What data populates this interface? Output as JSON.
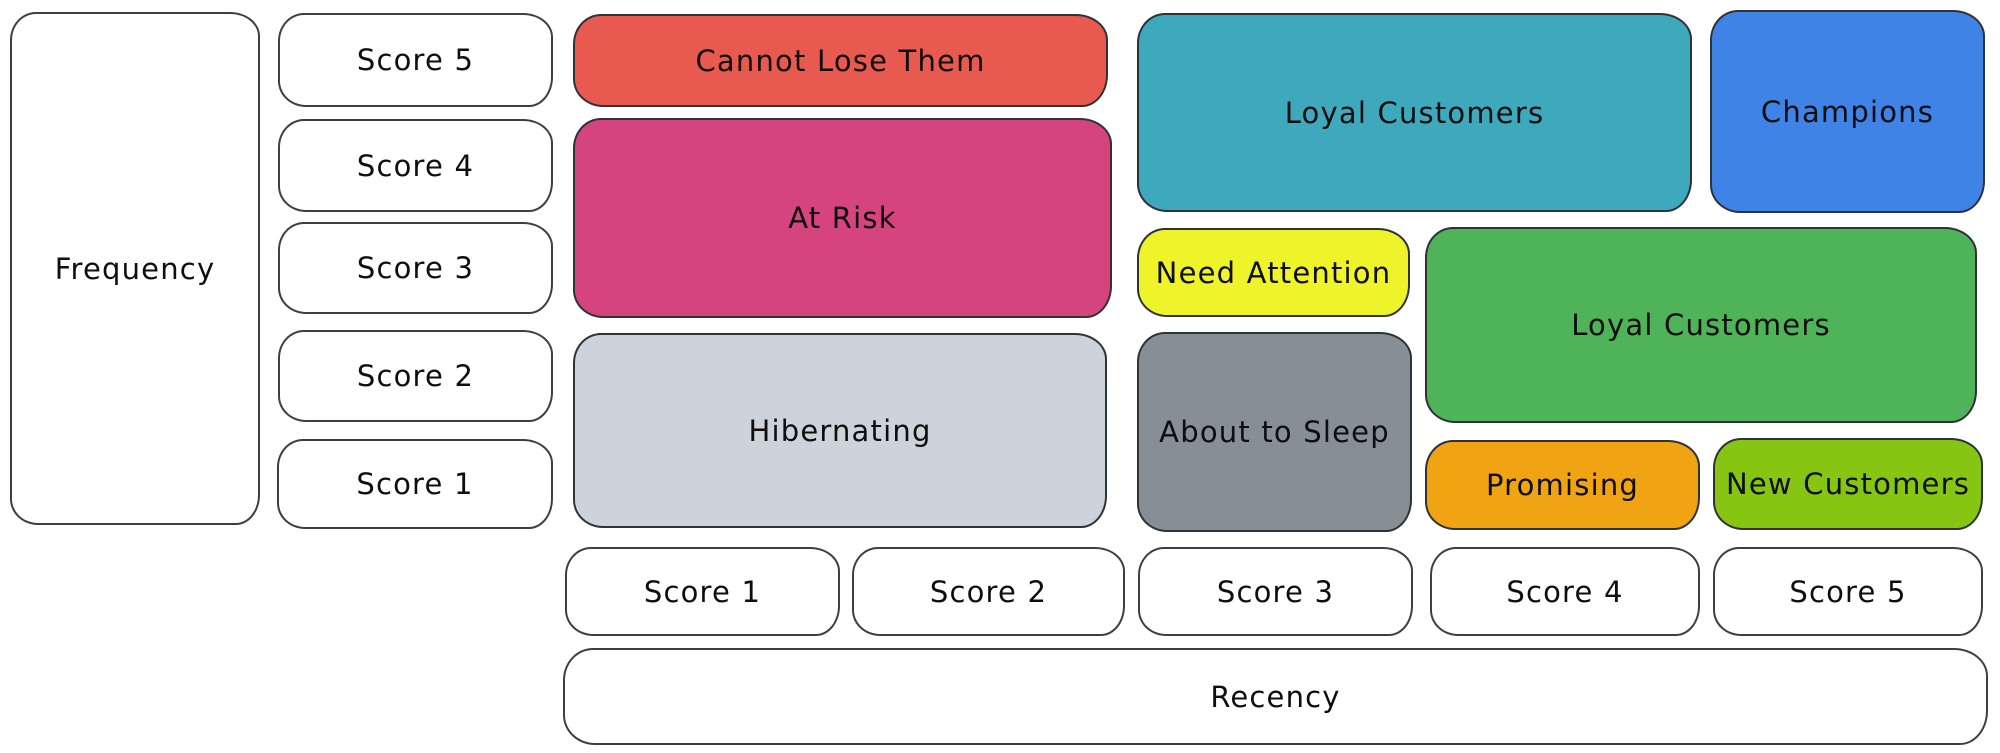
{
  "frequency_axis": {
    "label": "Frequency",
    "scores": [
      "Score 5",
      "Score 4",
      "Score 3",
      "Score 2",
      "Score 1"
    ]
  },
  "recency_axis": {
    "label": "Recency",
    "scores": [
      "Score 1",
      "Score 2",
      "Score 3",
      "Score 4",
      "Score 5"
    ]
  },
  "segments": [
    {
      "label": "Cannot Lose Them",
      "color": "#e85a50"
    },
    {
      "label": "At Risk",
      "color": "#d64480"
    },
    {
      "label": "Hibernating",
      "color": "#cdd3da"
    },
    {
      "label": "Loyal Customers",
      "color": "#3ea8bc"
    },
    {
      "label": "Champions",
      "color": "#4083e6"
    },
    {
      "label": "Need Attention",
      "color": "#eff32a"
    },
    {
      "label": "About to Sleep",
      "color": "#868e96"
    },
    {
      "label": "Loyal Customers",
      "color": "#4fb35a"
    },
    {
      "label": "Promising",
      "color": "#f0a414"
    },
    {
      "label": "New Customers",
      "color": "#86c612"
    }
  ]
}
